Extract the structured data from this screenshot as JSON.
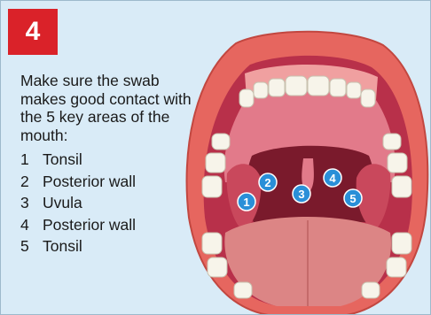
{
  "badge": "4",
  "intro": "Make sure the swab makes good contact with the 5 key areas of the mouth:",
  "areas": [
    {
      "number": "1",
      "label": "Tonsil"
    },
    {
      "number": "2",
      "label": "Posterior wall"
    },
    {
      "number": "3",
      "label": "Uvula"
    },
    {
      "number": "4",
      "label": "Posterior wall"
    },
    {
      "number": "5",
      "label": "Tonsil"
    }
  ],
  "colors": {
    "badge": "#da2229",
    "background": "#d9ebf7",
    "marker": "#2a8fd8",
    "lips": "#e6665f",
    "throat": "#7a1a2c",
    "tongue": "#dc8585"
  }
}
